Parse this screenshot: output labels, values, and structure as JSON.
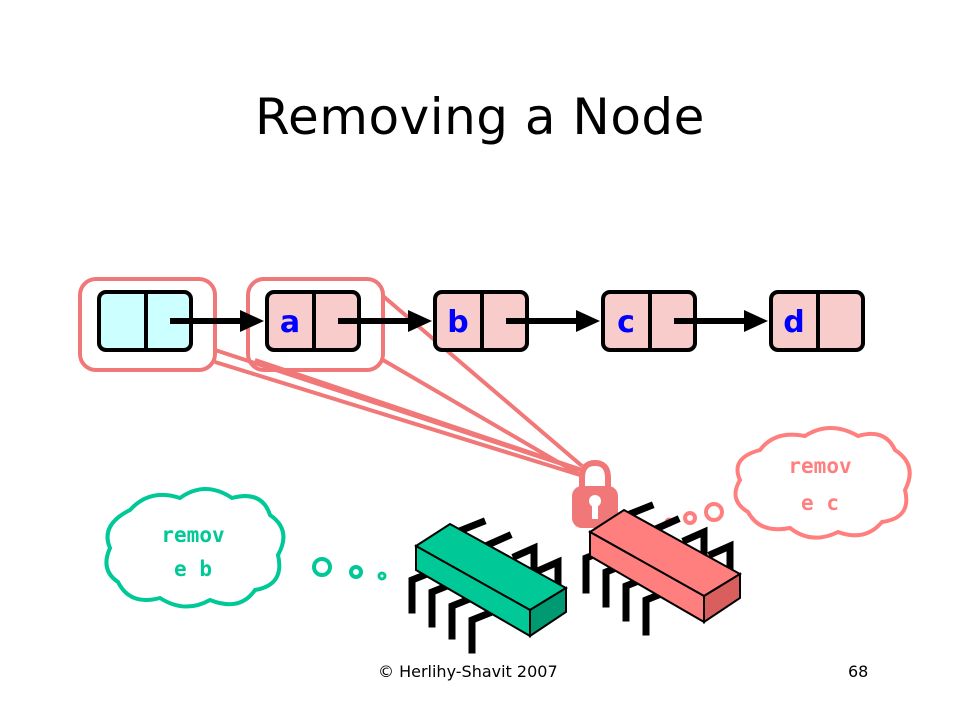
{
  "slide": {
    "title": "Removing a Node",
    "footer_left": "© Herlihy-Shavit 2007",
    "page_number": "68"
  },
  "list": {
    "nodes": [
      "a",
      "b",
      "c",
      "d"
    ],
    "colors": {
      "sentinel_fill": "#ccffff",
      "node_fill": "#f9cccc",
      "lock_outline": "#f07878"
    }
  },
  "threads": [
    {
      "thought_line1": "remov",
      "thought_line2": "e b",
      "color": "#00c896"
    },
    {
      "thought_line1": "remov",
      "thought_line2": "e c",
      "color": "#ff7f7f"
    }
  ],
  "icons": [
    "lock-icon",
    "chip-icon"
  ]
}
